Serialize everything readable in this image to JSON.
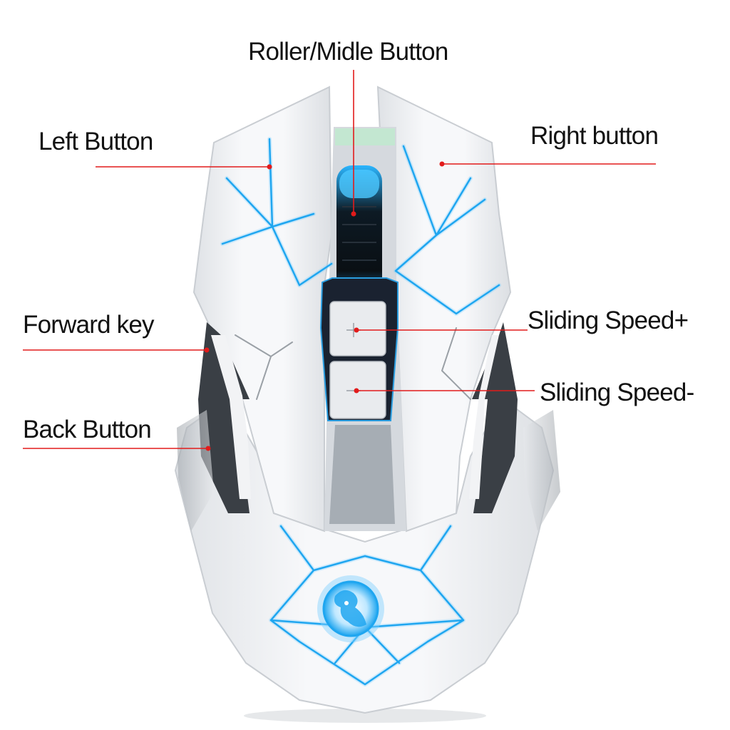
{
  "labels": {
    "roller": "Roller/Midle Button",
    "left_button": "Left Button",
    "right_button": "Right button",
    "forward_key": "Forward key",
    "sliding_speed_plus": "Sliding Speed+",
    "sliding_speed_minus": "Sliding Speed-",
    "back_button": "Back Button"
  },
  "colors": {
    "leader_line": "#e21b1b",
    "glow": "#1fa6f0",
    "shell": "#f4f5f7",
    "text": "#111111"
  }
}
